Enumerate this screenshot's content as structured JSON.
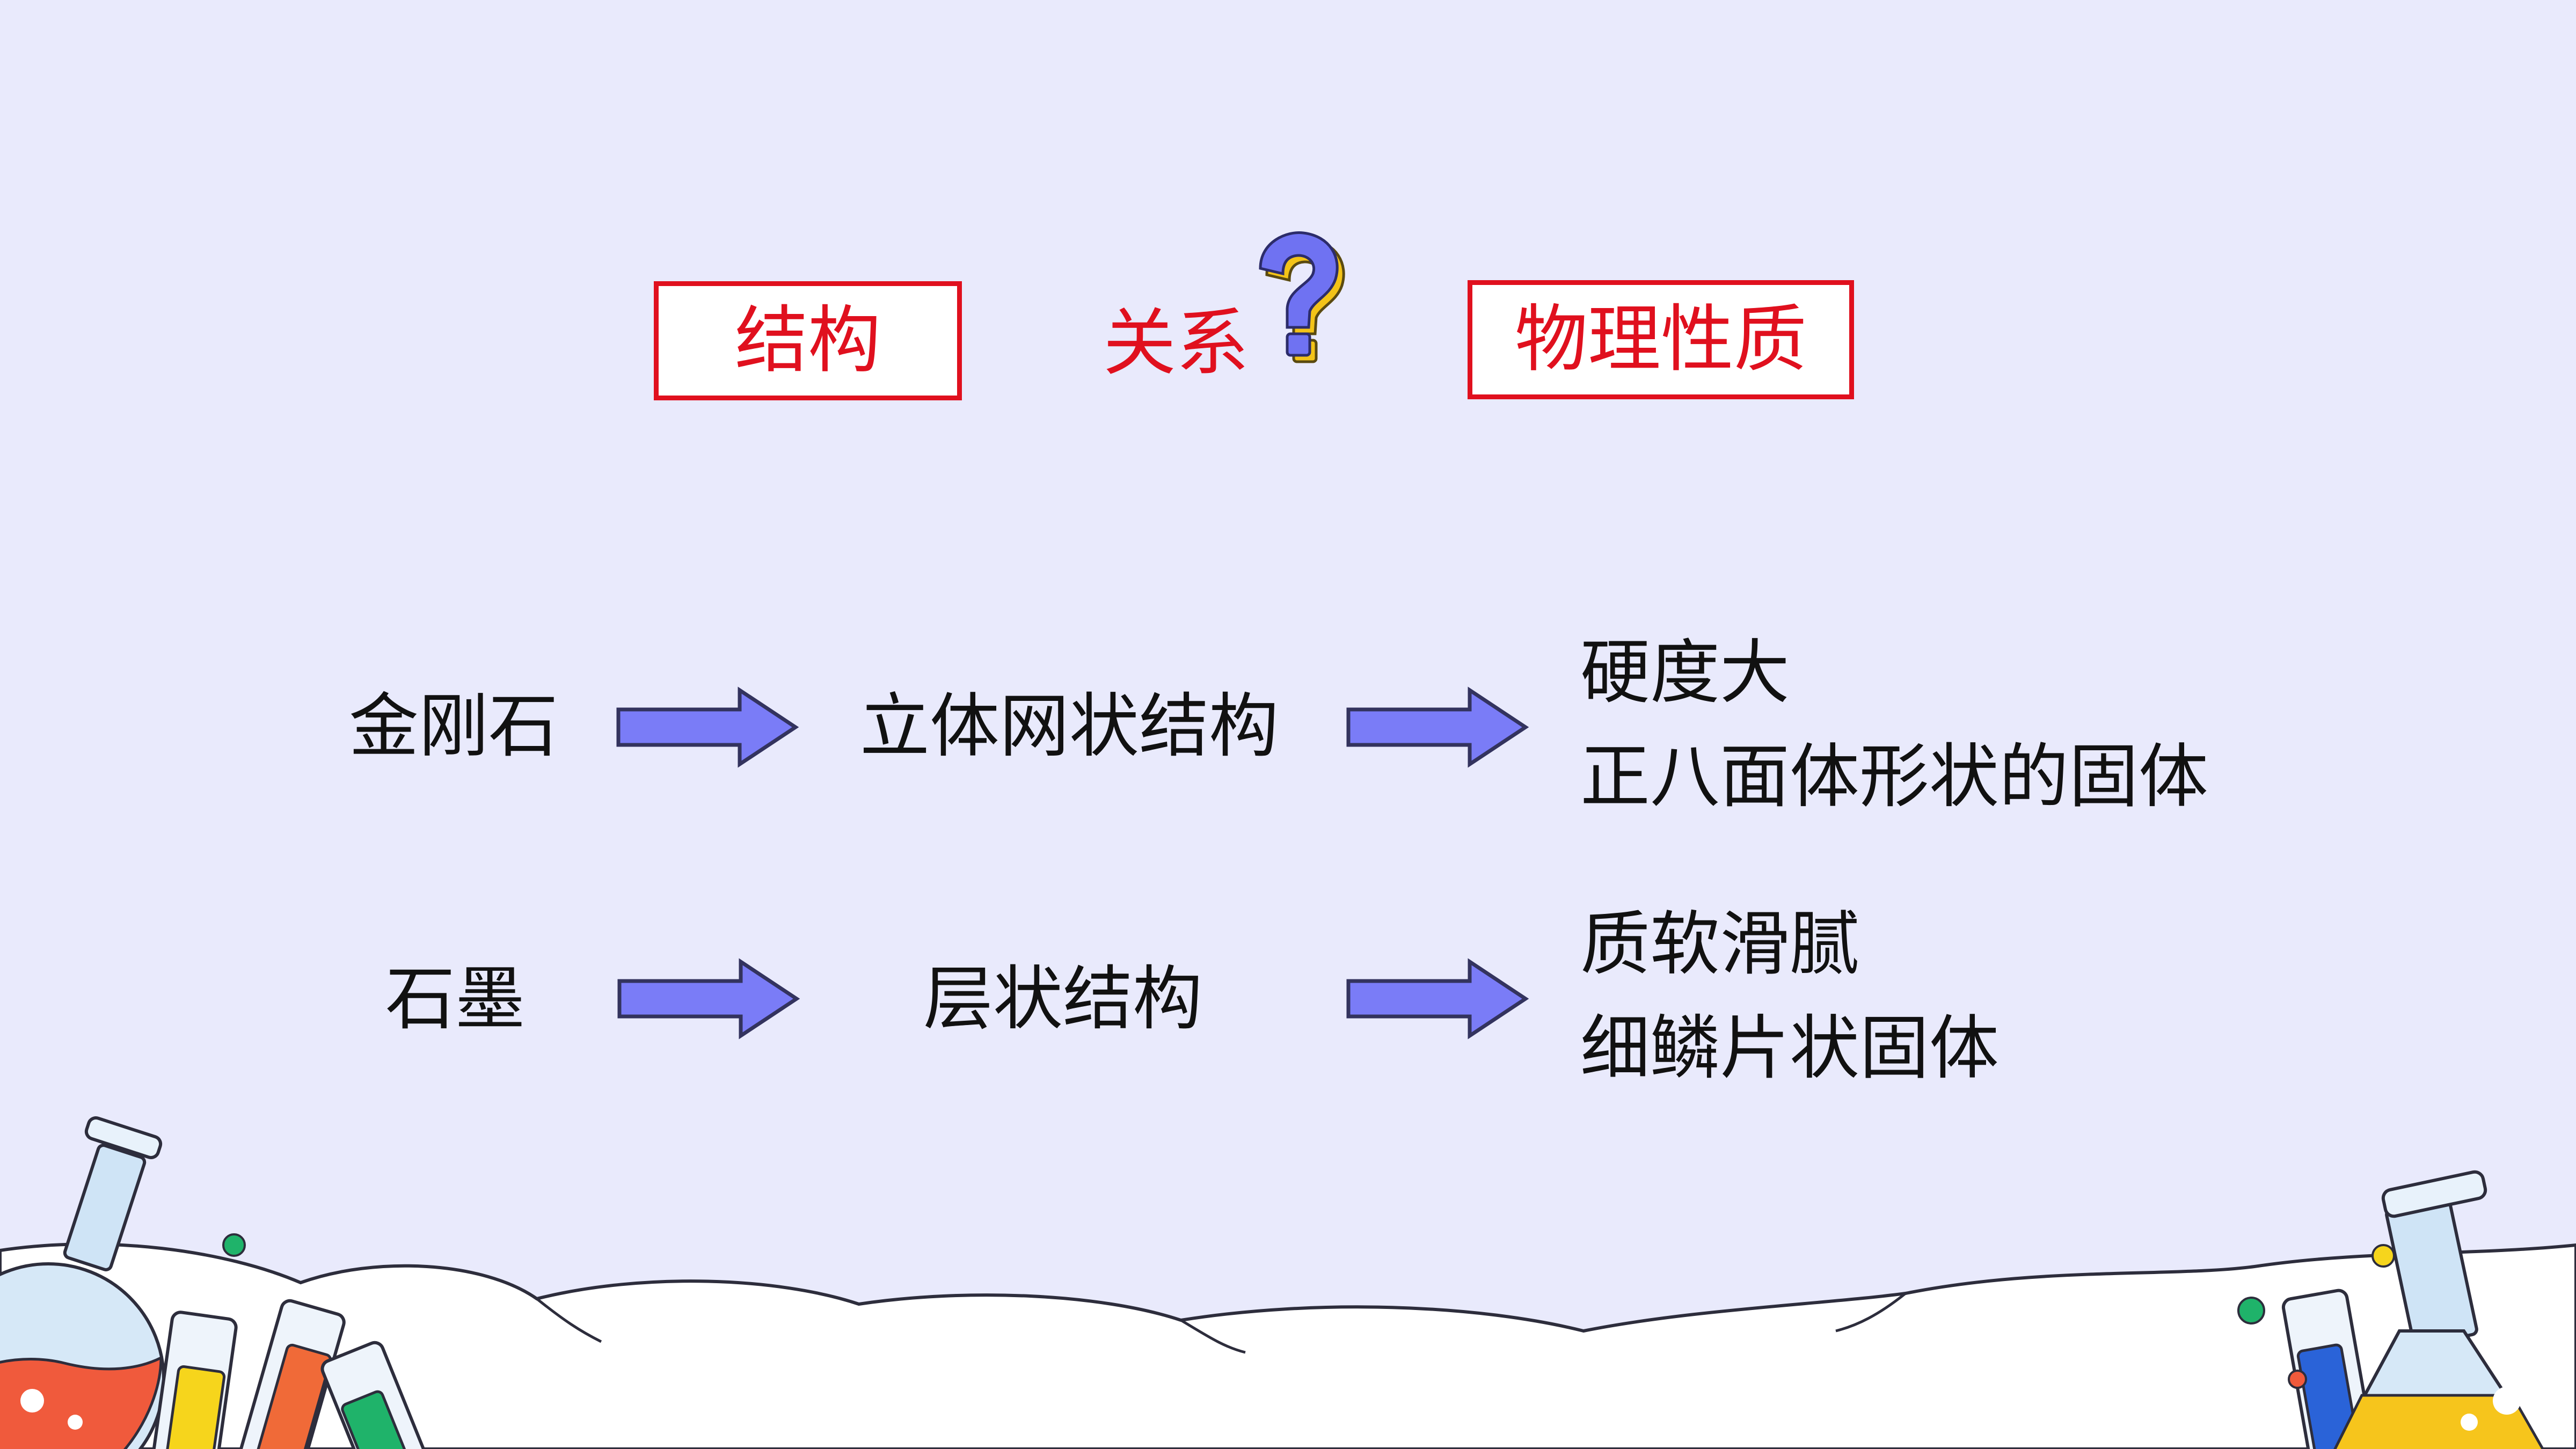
{
  "colors": {
    "background": "#e9eafc",
    "accent_red": "#e0101e",
    "arrow_fill": "#7a7cf7",
    "question_mark": "#6f72f2",
    "question_outline": "#f3c318"
  },
  "header": {
    "structure_label": "结构",
    "relation_label": "关系",
    "property_label": "物理性质",
    "icon": "question-mark-icon"
  },
  "rows": [
    {
      "substance": "金刚石",
      "structure": "立体网状结构",
      "properties": [
        "硬度大",
        "正八面体形状的固体"
      ]
    },
    {
      "substance": "石墨",
      "structure": "层状结构",
      "properties": [
        "质软滑腻",
        "细鳞片状固体"
      ]
    }
  ]
}
